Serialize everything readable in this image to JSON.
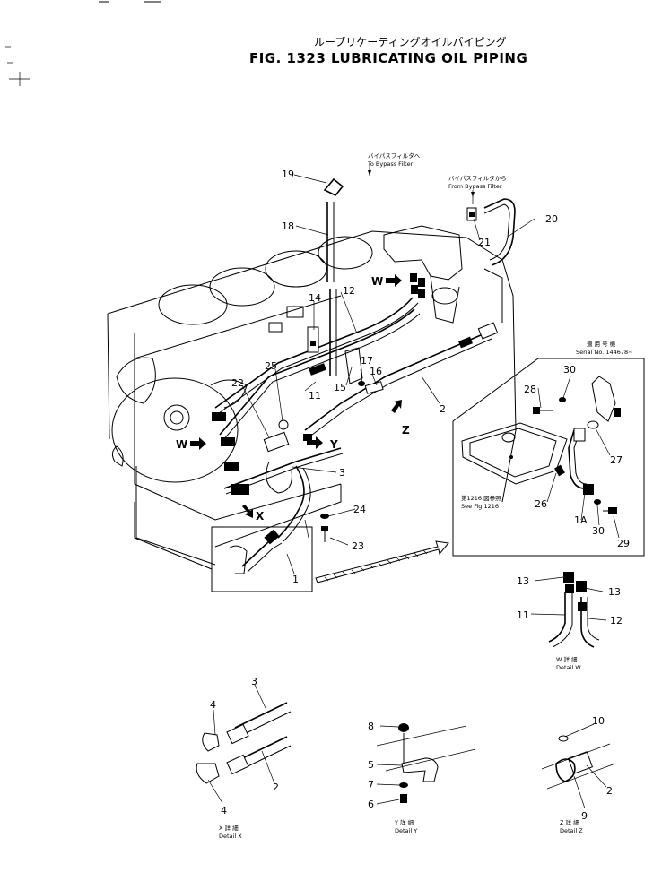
{
  "title": {
    "japanese": "ルーブリケーティングオイルパイピング",
    "english": "FIG. 1323  LUBRICATING OIL PIPING"
  },
  "callouts": {
    "p1": "1",
    "p2": "2",
    "p3": "3",
    "p11": "11",
    "p12": "12",
    "p14": "14",
    "p15": "15",
    "p16": "16",
    "p17": "17",
    "p18": "18",
    "p19": "19",
    "p20": "20",
    "p21": "21",
    "p22": "22",
    "p23": "23",
    "p24": "24",
    "p25": "25",
    "p26": "26",
    "p27": "27",
    "p28": "28",
    "p29": "29",
    "p30a": "30",
    "p30b": "30",
    "p1a": "1A",
    "w13a": "13",
    "w13b": "13",
    "w11": "11",
    "w12": "12",
    "x3": "3",
    "x4a": "4",
    "x4b": "4",
    "x2": "2",
    "y8": "8",
    "y5": "5",
    "y7": "7",
    "y6": "6",
    "z10": "10",
    "z9": "9",
    "z2": "2"
  },
  "view_marks": {
    "w1": "W",
    "w2": "W",
    "x": "X",
    "y": "Y",
    "z": "Z"
  },
  "notes": {
    "to_bypass_jp": "バイパスフィルタへ",
    "to_bypass_en": "To Bypass Filter",
    "from_bypass_jp": "バイパスフィルタから",
    "from_bypass_en": "From Bypass Filter",
    "serial_jp": "適 用 号 機",
    "serial_en": "Serial No. 144678~",
    "see_jp": "第1216 図参照",
    "see_en": "See Fig.1216"
  },
  "details": {
    "w_jp": "W 詳 細",
    "w_en": "Detail W",
    "x_jp": "X 詳 細",
    "x_en": "Detail X",
    "y_jp": "Y 詳 細",
    "y_en": "Detail Y",
    "z_jp": "Z 詳 細",
    "z_en": "Detail Z"
  }
}
